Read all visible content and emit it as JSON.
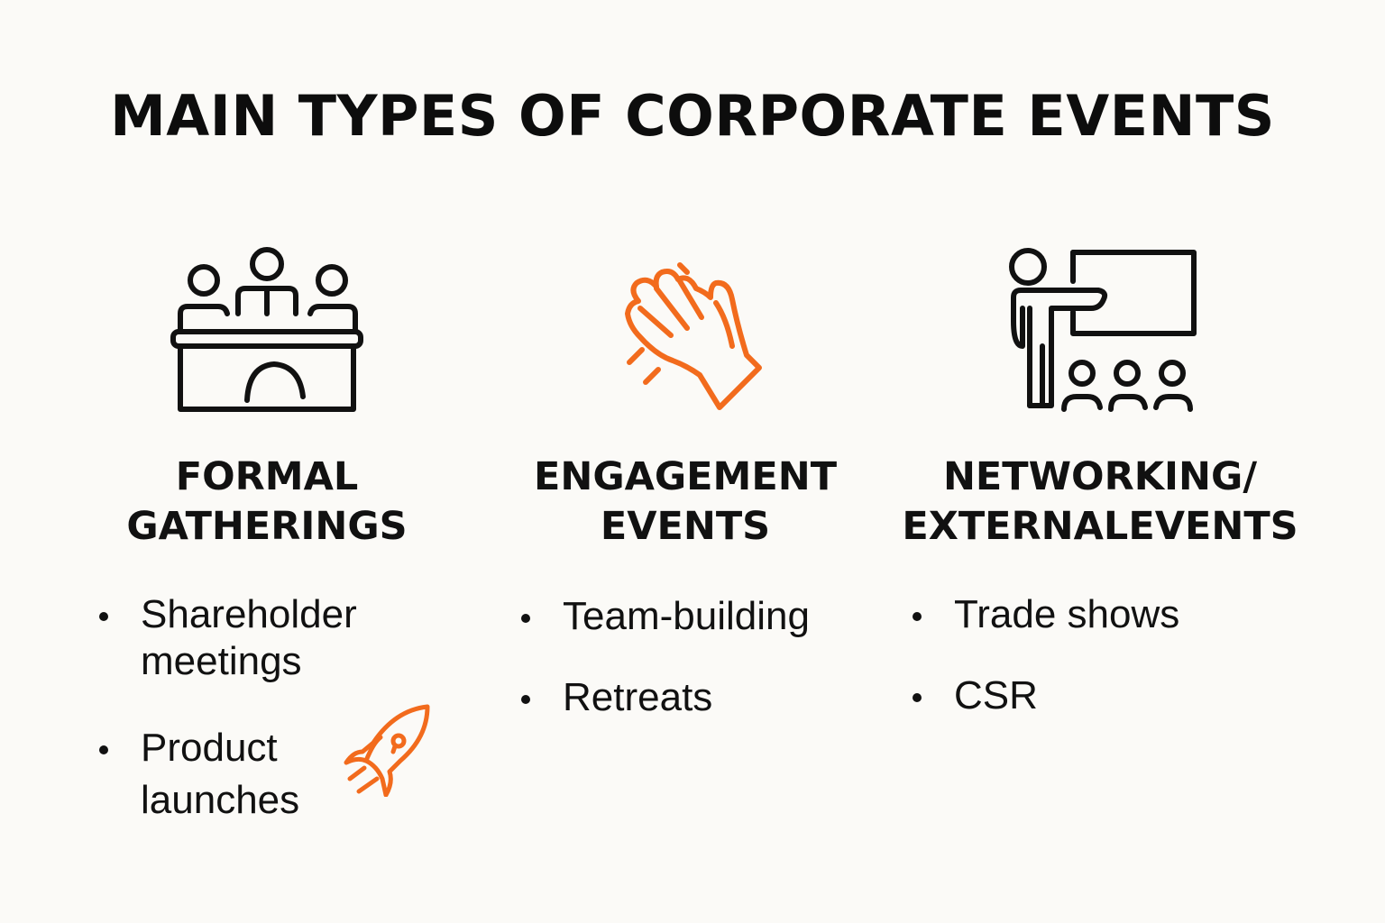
{
  "title": "MAIN TYPES OF CORPORATE EVENTS",
  "colors": {
    "accent": "#f26b1d",
    "text": "#111111",
    "background": "#fbfaf7"
  },
  "columns": [
    {
      "icon": "panel-desk-icon",
      "heading_lines": [
        "FORMAL",
        "GATHERINGS"
      ],
      "items": [
        {
          "line1": "Shareholder",
          "line2": "meetings"
        },
        {
          "line1": "Product",
          "line2": "launches"
        }
      ],
      "extra_icon": "rocket-icon"
    },
    {
      "icon": "clapping-hands-icon",
      "heading_lines": [
        "ENGAGEMENT",
        "EVENTS"
      ],
      "items": [
        {
          "line1": "Team-building"
        },
        {
          "line1": "Retreats"
        }
      ]
    },
    {
      "icon": "presenter-board-icon",
      "heading_lines": [
        "NETWORKING/",
        "EXTERNALEVENTS"
      ],
      "items": [
        {
          "line1": "Trade shows"
        },
        {
          "line1": "CSR"
        }
      ]
    }
  ]
}
